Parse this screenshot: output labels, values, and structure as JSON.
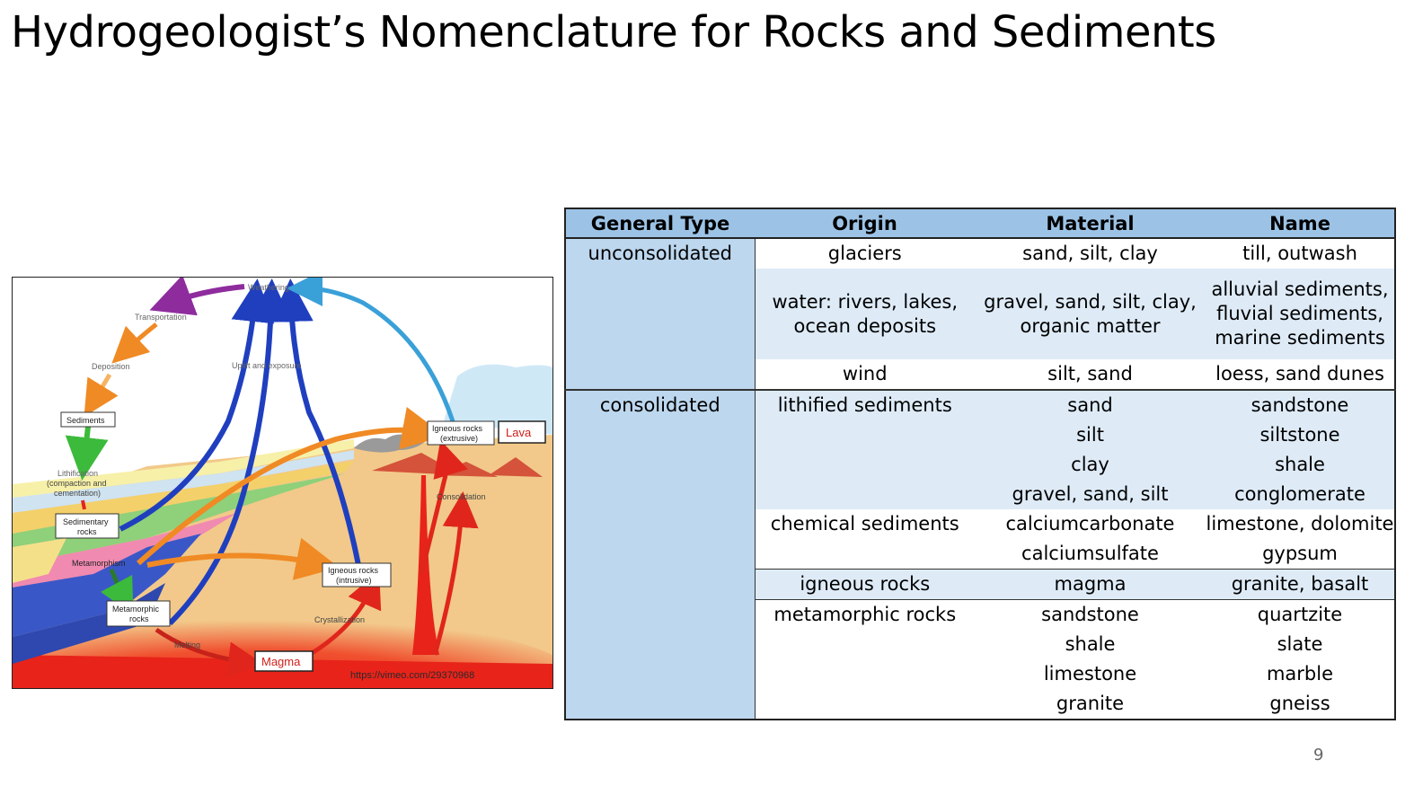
{
  "slide": {
    "title": "Hydrogeologist’s Nomenclature for Rocks and Sediments",
    "page_number": "9"
  },
  "diagram": {
    "labels": {
      "weathering": "Weathering",
      "transportation": "Transportation",
      "deposition": "Deposition",
      "sediments": "Sediments",
      "lithification_1": "Lithification",
      "lithification_2": "(compaction and",
      "lithification_3": "cementation)",
      "sedimentary_1": "Sedimentary",
      "sedimentary_2": "rocks",
      "metamorphism": "Metamorphism",
      "metamorphic_1": "Metamorphic",
      "metamorphic_2": "rocks",
      "melting": "Melting",
      "magma": "Magma",
      "uplift": "Uplift and exposure",
      "igneous_ext_1": "Igneous rocks",
      "igneous_ext_2": "(extrusive)",
      "lava": "Lava",
      "consolidation": "Consolidation",
      "igneous_int_1": "Igneous rocks",
      "igneous_int_2": "(intrusive)",
      "crystallization": "Crystallization",
      "source": "https://vimeo.com/29370968"
    },
    "colors": {
      "blue_arrow": "#1f3fbf",
      "cyan_arrow": "#3aa0d8",
      "orange_arrow": "#f08a24",
      "red_arrow": "#e0261c",
      "purple_arrow": "#8e2c9e",
      "green_arrow": "#3cba3c",
      "sand": "#f2c98a",
      "magma_red": "#e8231a"
    }
  },
  "table": {
    "headers": [
      "General Type",
      "Origin",
      "Material",
      "Name"
    ],
    "groups": [
      {
        "general_type": "unconsolidated",
        "rows": [
          {
            "origin": "glaciers",
            "material": "sand, silt, clay",
            "name": "till, outwash"
          },
          {
            "origin_lines": [
              "water: rivers, lakes,",
              "ocean deposits"
            ],
            "material_lines": [
              "gravel, sand, silt, clay,",
              "organic matter"
            ],
            "name_lines": [
              "alluvial sediments,",
              "fluvial sediments,",
              "marine sediments"
            ]
          },
          {
            "origin": "wind",
            "material": "silt, sand",
            "name": "loess, sand dunes"
          }
        ]
      },
      {
        "general_type": "consolidated",
        "rows": [
          {
            "origin": "lithified sediments",
            "material": "sand",
            "name": "sandstone"
          },
          {
            "origin": "",
            "material": "silt",
            "name": "siltstone"
          },
          {
            "origin": "",
            "material": "clay",
            "name": "shale"
          },
          {
            "origin": "",
            "material": "gravel, sand, silt",
            "name": "conglomerate"
          },
          {
            "origin": "chemical sediments",
            "material": "calciumcarbonate",
            "name": "limestone, dolomite"
          },
          {
            "origin": "",
            "material": "calciumsulfate",
            "name": "gypsum"
          },
          {
            "origin": "igneous rocks",
            "material": "magma",
            "name": "granite, basalt"
          },
          {
            "origin": "metamorphic rocks",
            "material": "sandstone",
            "name": "quartzite"
          },
          {
            "origin": "",
            "material": "shale",
            "name": "slate"
          },
          {
            "origin": "",
            "material": "limestone",
            "name": "marble"
          },
          {
            "origin": "",
            "material": "granite",
            "name": "gneiss"
          }
        ]
      }
    ]
  }
}
